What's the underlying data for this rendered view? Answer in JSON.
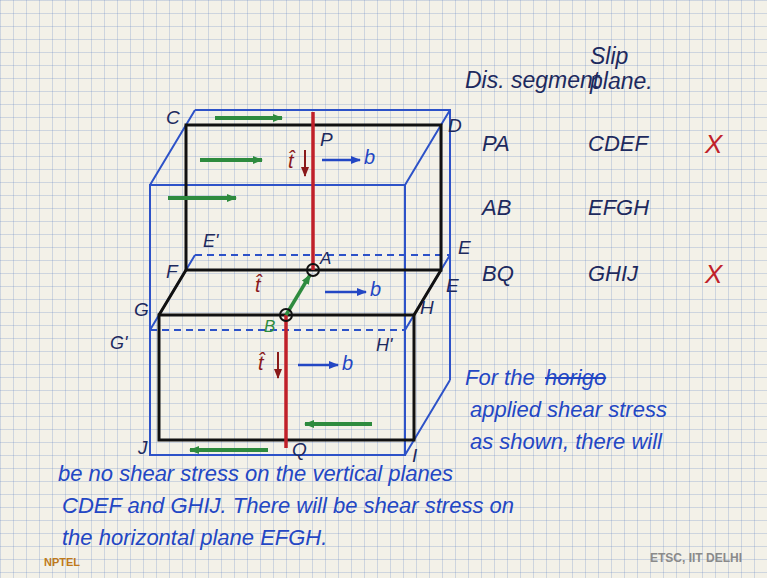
{
  "diagram": {
    "labels": [
      "C",
      "P",
      "D",
      "E'",
      "E",
      "F",
      "E",
      "G",
      "H",
      "G'",
      "H'",
      "J",
      "Q",
      "I",
      "A",
      "B",
      "t̂",
      "b⃗",
      "t̂",
      "b⃗",
      "t̂",
      "b⃗",
      "Dis. segment",
      "Slip plane.",
      "PA",
      "CDEF",
      "X",
      "AB",
      "EFGH",
      "BQ",
      "GHIJ",
      "X",
      "For the",
      "horigo",
      "applied shear stress",
      "as shown, there will",
      "be no shear stress on the vertical planes",
      "CDEF and GHIJ. There will be shear stress on",
      "the horizontal plane EFGH.",
      "ETSC, IIT DELHI",
      "NPTEL"
    ]
  }
}
